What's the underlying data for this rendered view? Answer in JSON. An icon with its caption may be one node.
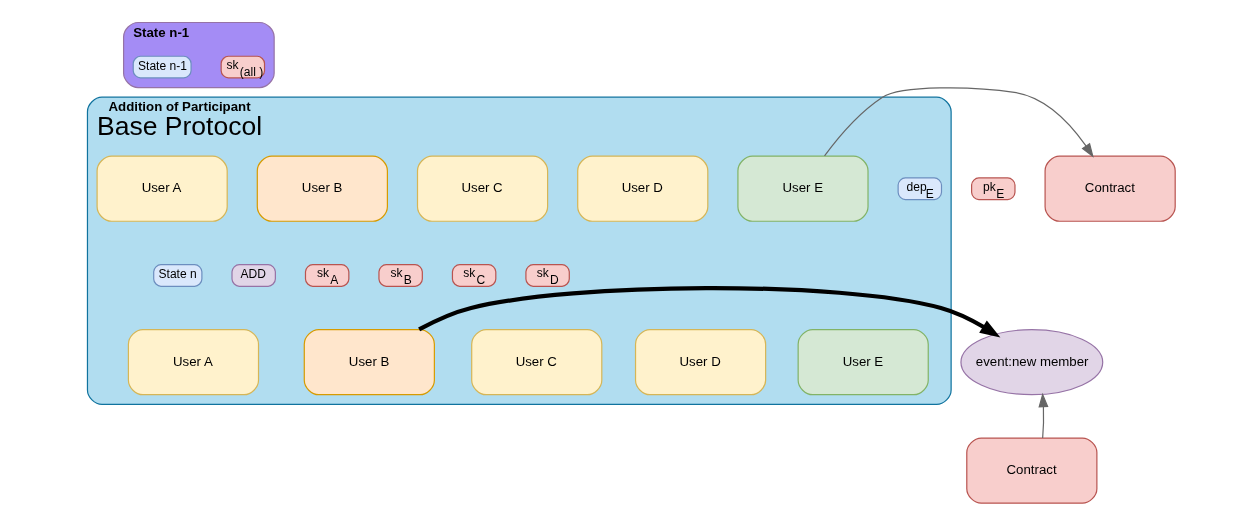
{
  "diagram": {
    "nodes": [
      {
        "text": [
          "Addition of Participant",
          "Base Protocol"
        ]
      },
      {
        "text": [
          "State n-1"
        ]
      },
      {
        "text": [
          "State n-1"
        ],
        "in": 1
      },
      {
        "text": [
          "sk$_{(all )}$"
        ],
        "in": 1
      },
      {
        "text": [
          "User A"
        ],
        "in": 0
      },
      {
        "text": [
          "User B"
        ],
        "in": 0
      },
      {
        "text": [
          "User C"
        ],
        "in": 0
      },
      {
        "text": [
          "User D"
        ],
        "in": 0
      },
      {
        "text": [
          "User E"
        ],
        "in": 0
      },
      {
        "text": [
          "dep$_{E}$"
        ],
        "in": 0
      },
      {
        "text": [
          "pk$_{E}$"
        ]
      },
      {
        "text": [
          "Contract"
        ]
      },
      {
        "text": [
          "State n"
        ],
        "in": 0
      },
      {
        "text": [
          "ADD"
        ],
        "in": 0
      },
      {
        "text": [
          "sk$_{A}$"
        ],
        "in": 0
      },
      {
        "text": [
          "sk$_{B}$"
        ],
        "in": 0
      },
      {
        "text": [
          "sk$_{C}$"
        ],
        "in": 0
      },
      {
        "text": [
          "sk$_{D}$"
        ],
        "in": 0
      },
      {
        "text": [
          "User A"
        ],
        "in": 0
      },
      {
        "text": [
          "User B"
        ],
        "in": 0
      },
      {
        "text": [
          "User C"
        ],
        "in": 0
      },
      {
        "text": [
          "User D"
        ],
        "in": 0
      },
      {
        "text": [
          "User E"
        ],
        "in": 0
      },
      {
        "text": [
          "event:new member"
        ]
      },
      {
        "text": [
          "Contract"
        ]
      }
    ],
    "edges": [
      {
        "from": 8,
        "to": 11,
        "arrow": "to"
      },
      {
        "from": 19,
        "to": 23,
        "arrow": "to",
        "style": "thick",
        "color": "#000000"
      },
      {
        "from": 24,
        "to": 23,
        "arrow": "to"
      }
    ]
  }
}
